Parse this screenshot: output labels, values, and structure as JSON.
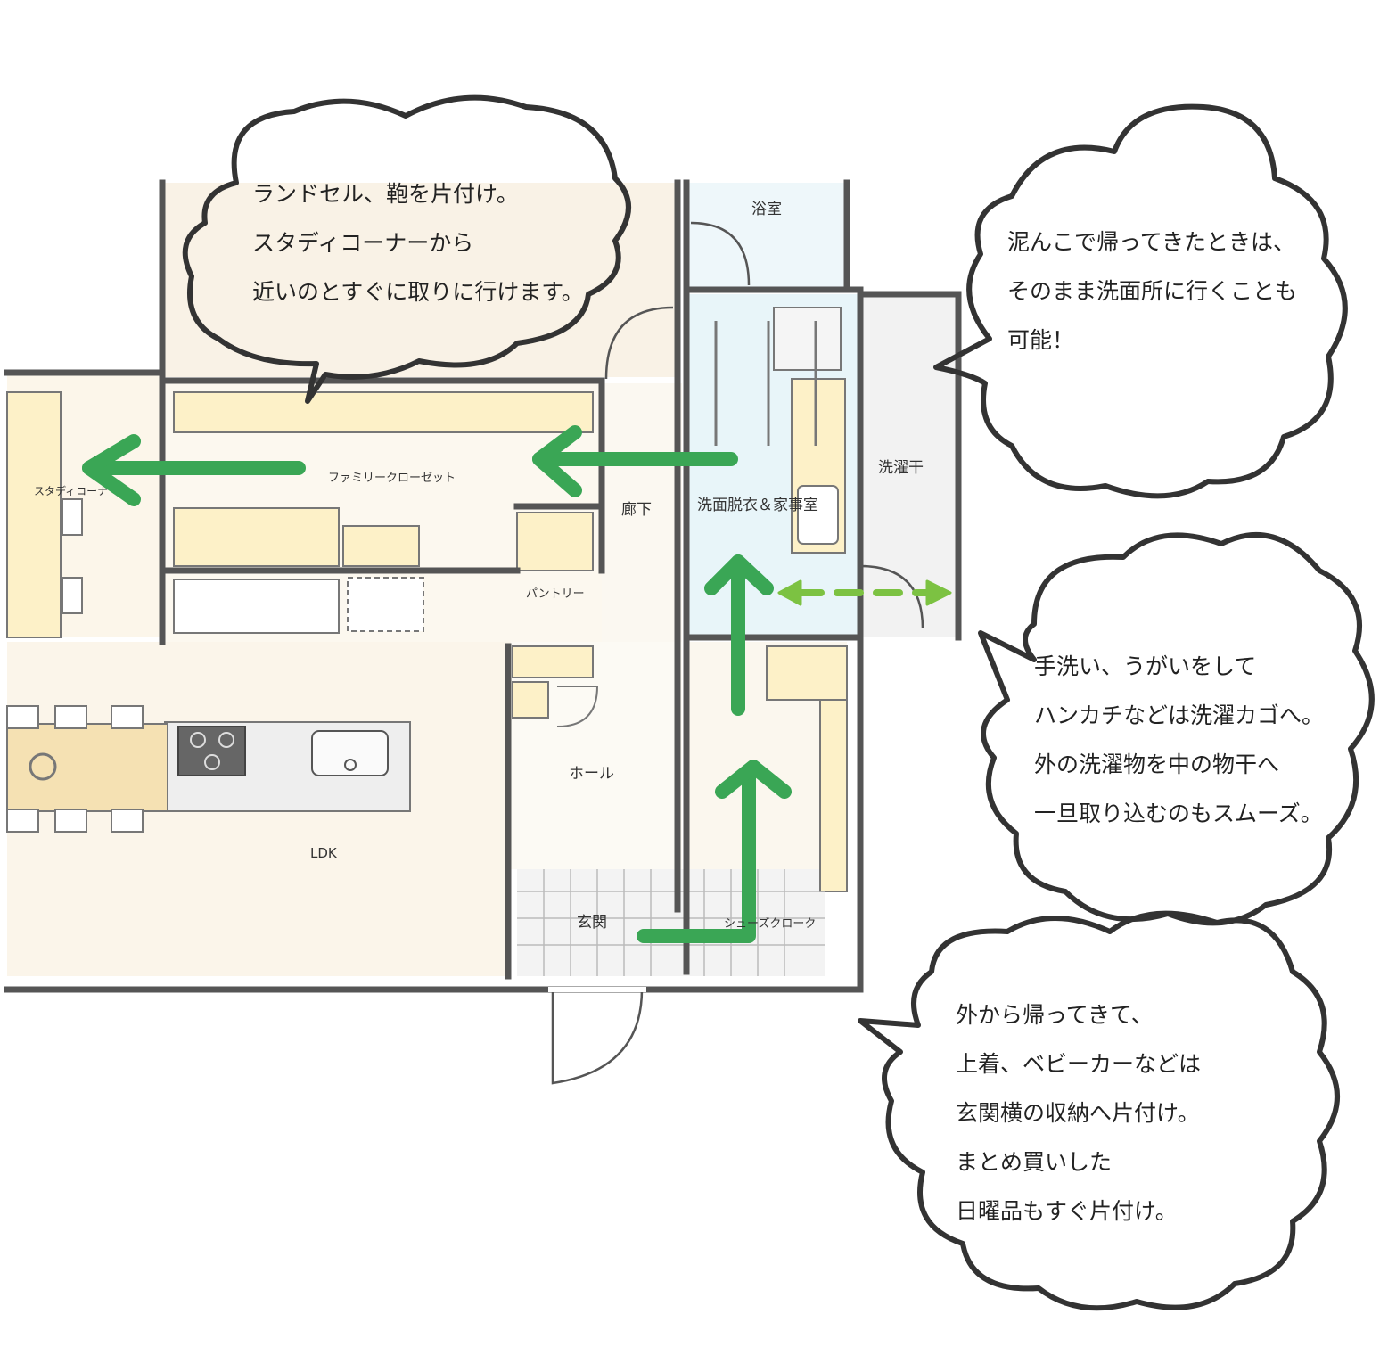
{
  "rooms": {
    "bath": "浴室",
    "laundry_dry": "洗濯干",
    "family_closet": "ファミリークローゼット",
    "study_corner": "スタディコーナ",
    "hallway": "廊下",
    "washroom": "洗面脱衣＆家事室",
    "pantry": "パントリー",
    "hall": "ホール",
    "ldk": "LDK",
    "entrance": "玄関",
    "shoes_cloak": "シューズクローク"
  },
  "bubbles": {
    "top": [
      "ランドセル、鞄を片付け。",
      "スタディコーナーから",
      "近いのとすぐに取りに行けます。"
    ],
    "right_top": [
      "泥んこで帰ってきたときは、",
      "そのまま洗面所に行くことも",
      "可能！"
    ],
    "right_middle": [
      "手洗い、うがいをして",
      "ハンカチなどは洗濯カゴへ。",
      "外の洗濯物を中の物干へ",
      "一旦取り込むのもスムーズ。"
    ],
    "right_bottom": [
      "外から帰ってきて、",
      "上着、ベビーカーなどは",
      "玄関横の収納へ片付け。",
      "まとめ買いした",
      "日曜品もすぐ片付け。"
    ]
  },
  "colors": {
    "wall": "#555555",
    "floor": "#fbf7ee",
    "bath_floor": "#eef7fa",
    "storage": "#fdf1c8",
    "route_arrow": "#3aa655",
    "laundry_arrow": "#7cc242"
  }
}
